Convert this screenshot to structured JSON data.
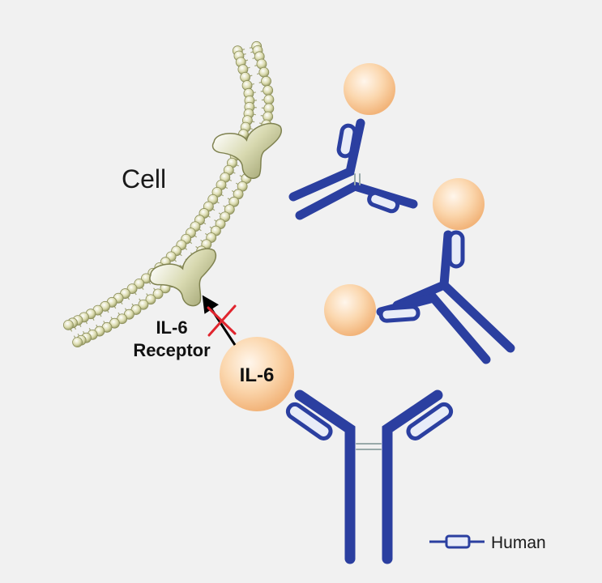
{
  "labels": {
    "cell": "Cell",
    "il6": "IL-6",
    "receptor_line1": "IL-6",
    "receptor_line2": "Receptor"
  },
  "legend": {
    "human": "Human"
  },
  "colors": {
    "background": "#f1f1f1",
    "antibody_blue": "#2b3fa0",
    "antigen_orange": "#f7c896",
    "membrane_olive": "#c9cc9a",
    "block_red": "#e0252e"
  }
}
